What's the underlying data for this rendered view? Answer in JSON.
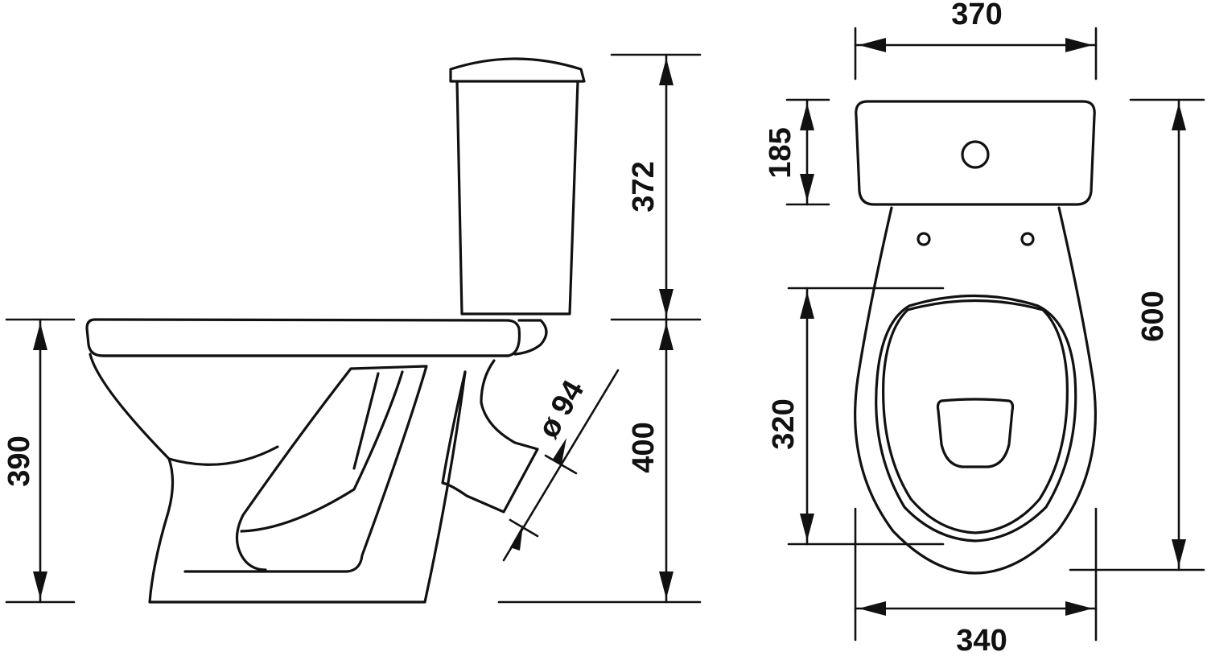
{
  "colors": {
    "line": "#111111",
    "background": "#ffffff"
  },
  "dimensions": {
    "tank_height": "372",
    "seat_height": "400",
    "bowl_height": "390",
    "outlet_diameter_symbol": "ø",
    "outlet_diameter_value": "94",
    "tank_width": "370",
    "tank_depth": "185",
    "total_length": "600",
    "seat_opening_length": "320",
    "base_width": "340"
  }
}
